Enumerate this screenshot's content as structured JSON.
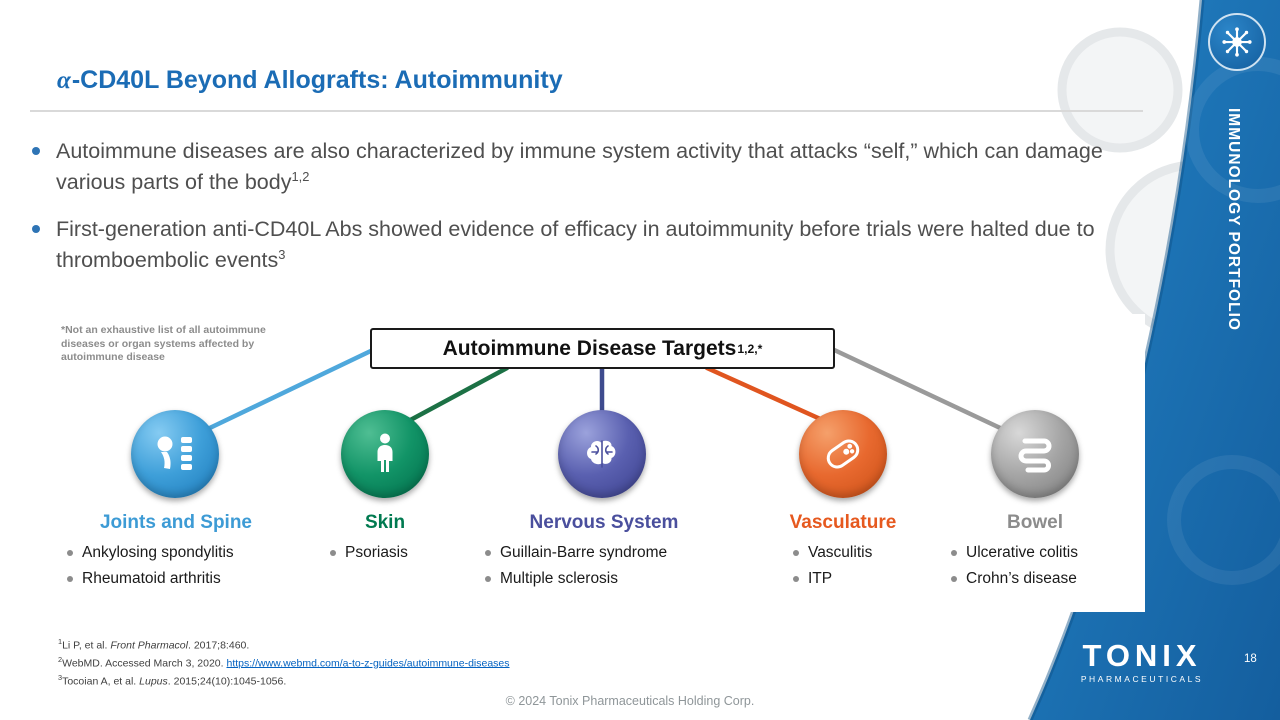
{
  "header": {
    "title_alpha": "α",
    "title_text": "-CD40L Beyond Allografts: Autoimmunity",
    "accent_color": "#1B6CB5"
  },
  "bullets": [
    {
      "text": "Autoimmune diseases are also characterized by immune system activity that attacks “self,” which can damage various parts of the body",
      "sup": "1,2"
    },
    {
      "text": "First-generation anti-CD40L Abs showed evidence of efficacy in autoimmunity before trials were halted due to thromboembolic events",
      "sup": "3"
    }
  ],
  "diagram": {
    "note": "*Not an exhaustive list of all autoimmune diseases or organ systems affected by autoimmune disease",
    "box_title": "Autoimmune Disease Targets",
    "box_sup": "1,2,*",
    "targets": [
      {
        "name": "Joints and Spine",
        "color": "#3D9BD5",
        "icon": "joint-spine-icon",
        "items": [
          "Ankylosing spondylitis",
          "Rheumatoid arthritis"
        ]
      },
      {
        "name": "Skin",
        "color": "#007A50",
        "icon": "human-body-icon",
        "items": [
          "Psoriasis"
        ]
      },
      {
        "name": "Nervous System",
        "color": "#4A4F9D",
        "icon": "brain-icon",
        "items": [
          "Guillain-Barre syndrome",
          "Multiple sclerosis"
        ]
      },
      {
        "name": "Vasculature",
        "color": "#E6591F",
        "icon": "blood-vessel-icon",
        "items": [
          "Vasculitis",
          "ITP"
        ]
      },
      {
        "name": "Bowel",
        "color": "#8C8C8C",
        "icon": "intestine-icon",
        "items": [
          "Ulcerative colitis",
          "Crohn’s disease"
        ]
      }
    ]
  },
  "footnotes": {
    "f1": {
      "sup": "1",
      "text_a": "Li P, et al. ",
      "italic": "Front Pharmacol",
      "text_b": ". 2017;8:460."
    },
    "f2": {
      "sup": "2",
      "text_a": "WebMD. Accessed March 3, 2020. ",
      "link": "https://www.webmd.com/a-to-z-guides/autoimmune-diseases"
    },
    "f3": {
      "sup": "3",
      "text_a": "Tocoian A, et al. ",
      "italic": "Lupus",
      "text_b": ". 2015;24(10):1045-1056."
    }
  },
  "footer": {
    "copyright": "© 2024 Tonix Pharmaceuticals Holding Corp."
  },
  "sidebar": {
    "band_color": "#1B74B8",
    "label": "IMMUNOLOGY PORTFOLIO",
    "page_number": "18",
    "brand_name": "TONIX",
    "brand_sub": "PHARMACEUTICALS",
    "logo_icon": "snowflake-molecule-icon"
  }
}
